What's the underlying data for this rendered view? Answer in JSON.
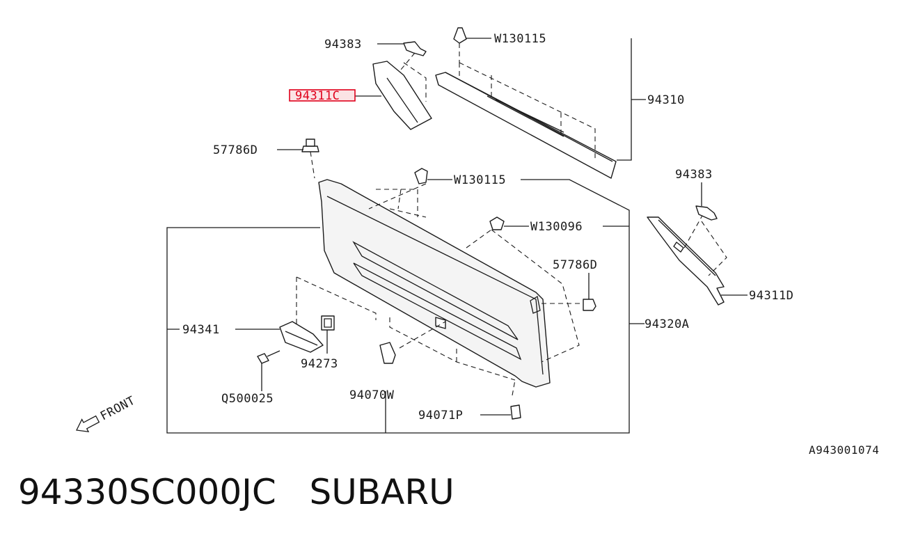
{
  "callouts": {
    "c94383_top": "94383",
    "cW130115_top": "W130115",
    "c94311C": "94311C",
    "c94310": "94310",
    "c57786D_left": "57786D",
    "cW130115_mid": "W130115",
    "c94383_right": "94383",
    "cW130096": "W130096",
    "c57786D_right": "57786D",
    "c94311D": "94311D",
    "c94341": "94341",
    "c94320A": "94320A",
    "c94273": "94273",
    "cQ500025": "Q500025",
    "c94070W": "94070W",
    "c94071P": "94071P",
    "front": "FRONT"
  },
  "diagram_ref": "A943001074",
  "highlight_color": "#e0001b",
  "part_title": "94330SC000JC   SUBARU"
}
